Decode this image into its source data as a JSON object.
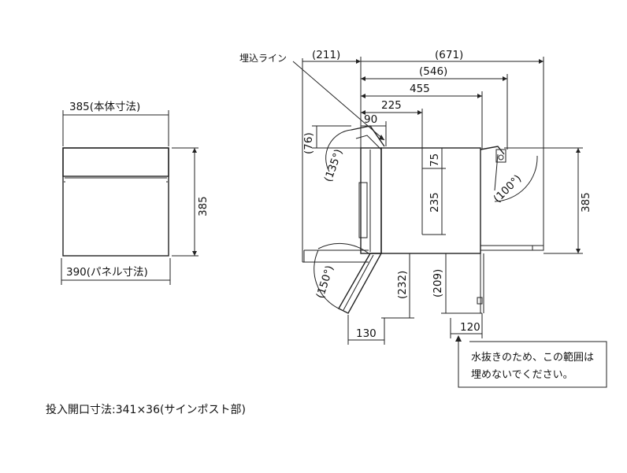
{
  "front_view": {
    "body_width_label": "385(本体寸法)",
    "height_label": "385",
    "panel_width_label": "390(パネル寸法)"
  },
  "side_view": {
    "embed_line_label": "埋込ライン",
    "dims": {
      "d211": "(211)",
      "d671": "(671)",
      "d546": "(546)",
      "d455": "455",
      "d225": "225",
      "d90": "90",
      "d76": "(76)",
      "d75": "75",
      "d235": "235",
      "d385": "385",
      "d232": "(232)",
      "d209": "(209)",
      "d130": "130",
      "d120": "120"
    },
    "angles": {
      "a135": "(135°)",
      "a150": "(150°)",
      "a100": "(100°)"
    },
    "drain_note": [
      "水抜きのため、この範囲は",
      "埋めないでください。"
    ]
  },
  "footer_note": "投入開口寸法:341×36(サインポスト部)"
}
